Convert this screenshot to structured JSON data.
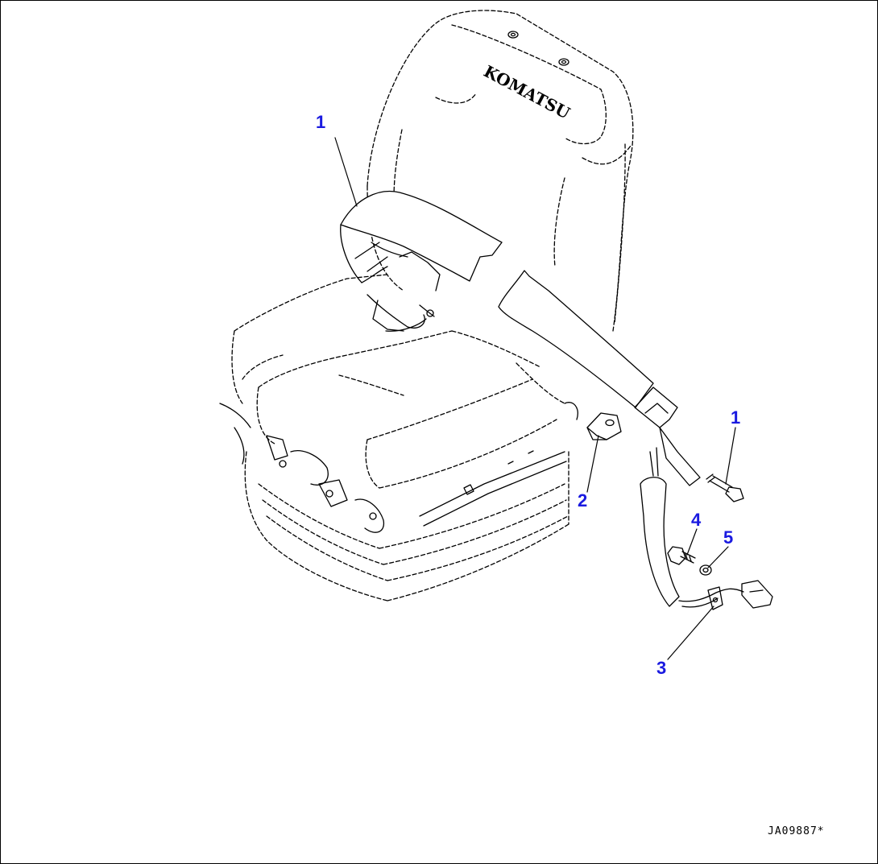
{
  "drawing": {
    "drawing_number": "JA09887*",
    "seat_brand_mark": "KOMATSU"
  },
  "callouts": [
    {
      "number": "1"
    },
    {
      "number": "1"
    },
    {
      "number": "2"
    },
    {
      "number": "3"
    },
    {
      "number": "4"
    },
    {
      "number": "5"
    }
  ],
  "colors": {
    "callout_text": "#1a1ae0",
    "line_art": "#000000",
    "background": "#ffffff"
  }
}
